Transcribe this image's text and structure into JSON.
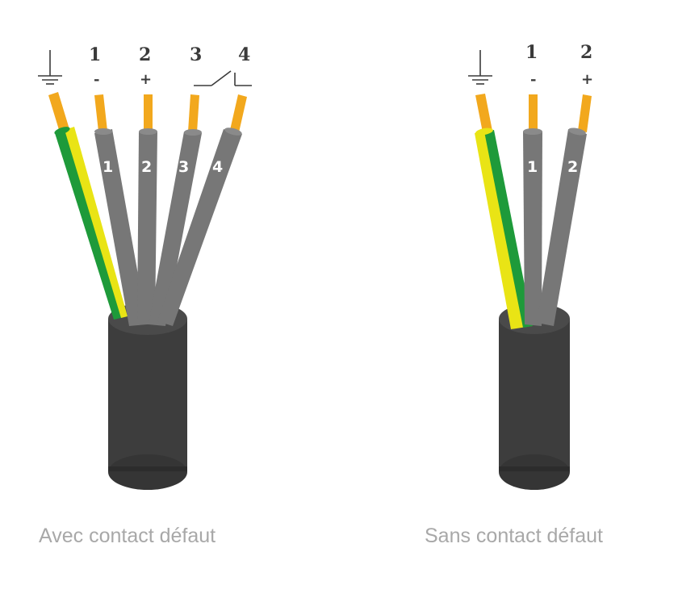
{
  "colors": {
    "sheath": "#3d3d3d",
    "sheath_bottom": "#333333",
    "wire_grey": "#777777",
    "conductor": "#f2a81d",
    "earth_green": "#1e9a3a",
    "earth_yellow": "#e9e415",
    "label": "#3a3a3a",
    "caption": "#a8a8a8"
  },
  "left_cable": {
    "caption": "Avec contact défaut",
    "terminals": [
      {
        "symbol": "earth-icon",
        "number": "",
        "sign": ""
      },
      {
        "symbol": "",
        "number": "1",
        "sign": "-"
      },
      {
        "symbol": "",
        "number": "2",
        "sign": "+"
      },
      {
        "symbol": "",
        "number": "3",
        "sign": ""
      },
      {
        "symbol": "switch-contact-icon",
        "number": "4",
        "sign": ""
      }
    ],
    "wire_labels": [
      "1",
      "2",
      "3",
      "4"
    ]
  },
  "right_cable": {
    "caption": "Sans contact défaut",
    "terminals": [
      {
        "symbol": "earth-icon",
        "number": "",
        "sign": ""
      },
      {
        "symbol": "",
        "number": "1",
        "sign": "-"
      },
      {
        "symbol": "",
        "number": "2",
        "sign": "+"
      }
    ],
    "wire_labels": [
      "1",
      "2"
    ]
  }
}
